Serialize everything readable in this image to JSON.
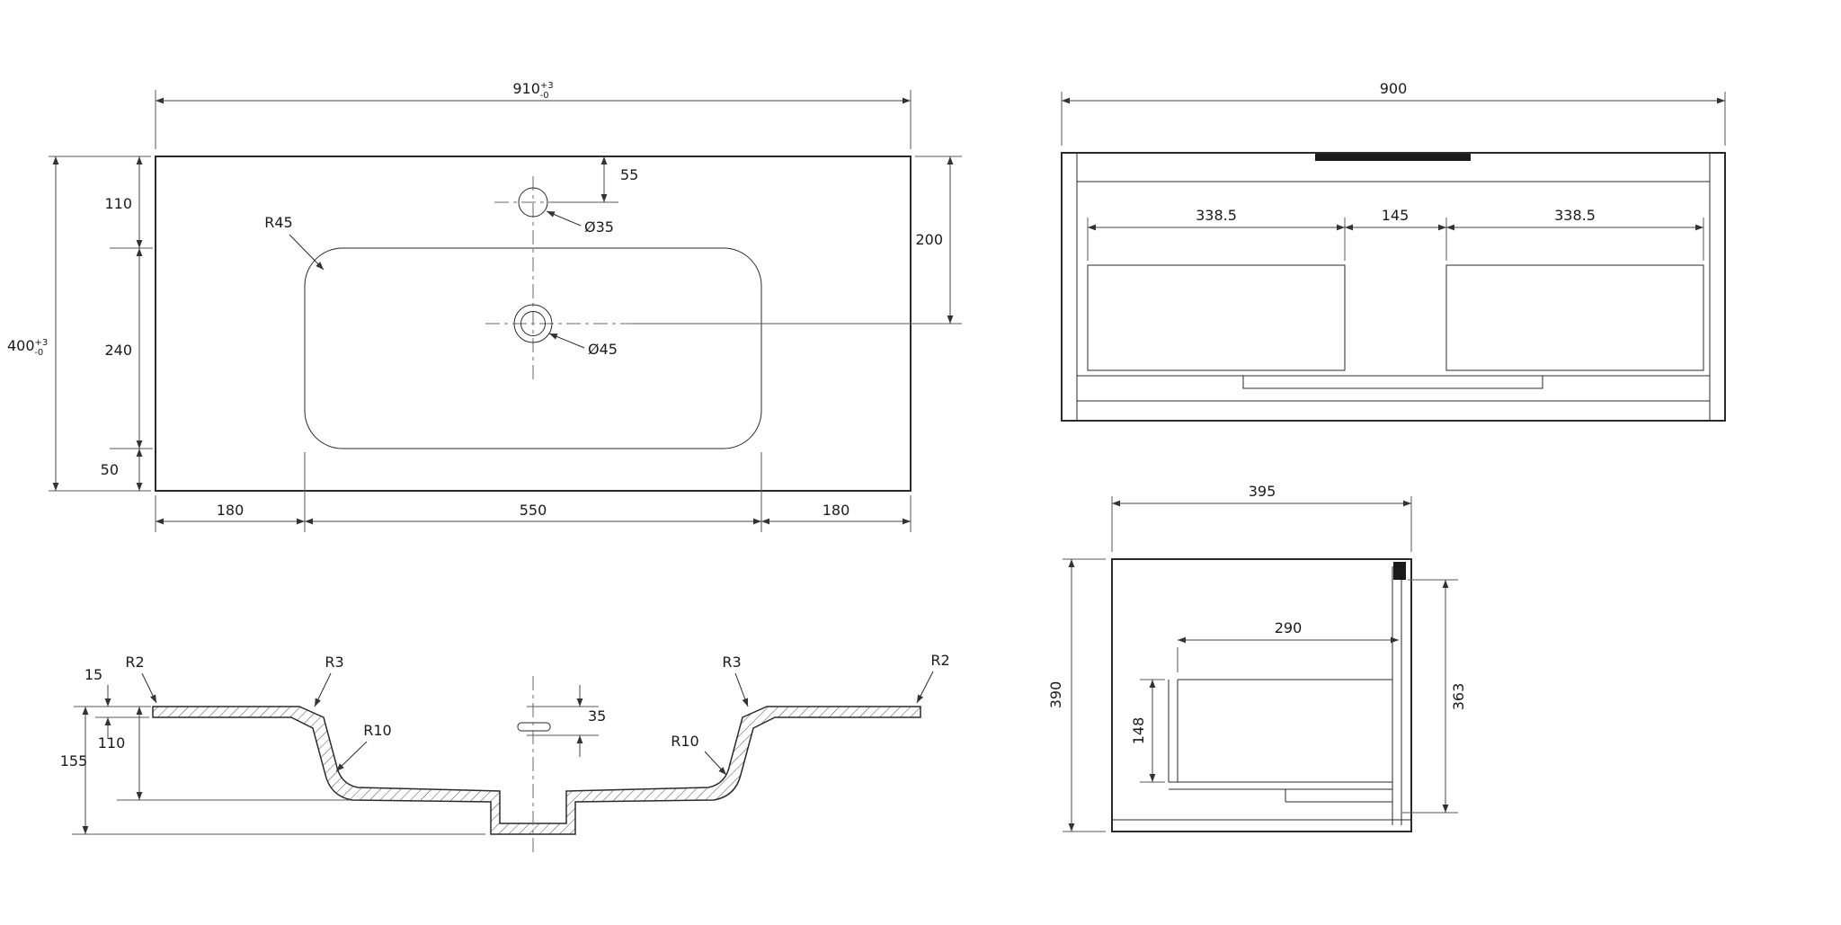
{
  "page": {
    "background": "#ffffff",
    "line_color": "#2a2a2a"
  },
  "top_view": {
    "dim_width": "910",
    "dim_width_tol_up": "+3",
    "dim_width_tol_dn": "-0",
    "dim_depth": "400",
    "dim_depth_tol_up": "+3",
    "dim_depth_tol_dn": "-0",
    "dim_top_to_basin": "110",
    "dim_basin_depth": "240",
    "dim_basin_to_front": "50",
    "dim_faucet_from_top": "55",
    "dim_drain_from_top": "200",
    "dim_left_margin": "180",
    "dim_basin_width": "550",
    "dim_right_margin": "180",
    "label_corner_radius": "R45",
    "label_faucet_hole": "Ø35",
    "label_drain_hole": "Ø45"
  },
  "front_view": {
    "dim_width": "900",
    "dim_left_drawer": "338.5",
    "dim_center_gap": "145",
    "dim_right_drawer": "338.5"
  },
  "section_view": {
    "dim_rim_thickness": "15",
    "label_r2_left": "R2",
    "label_r3_left": "R3",
    "label_r3_right": "R3",
    "label_r2_right": "R2",
    "label_r10_left": "R10",
    "label_r10_right": "R10",
    "dim_overflow_drop": "35",
    "dim_basin_inner_depth": "110",
    "dim_total_depth": "155"
  },
  "side_view": {
    "dim_depth": "395",
    "dim_height": "390",
    "dim_drawer_inner_depth": "290",
    "dim_drawer_inner_height": "148",
    "dim_inner_height": "363"
  }
}
